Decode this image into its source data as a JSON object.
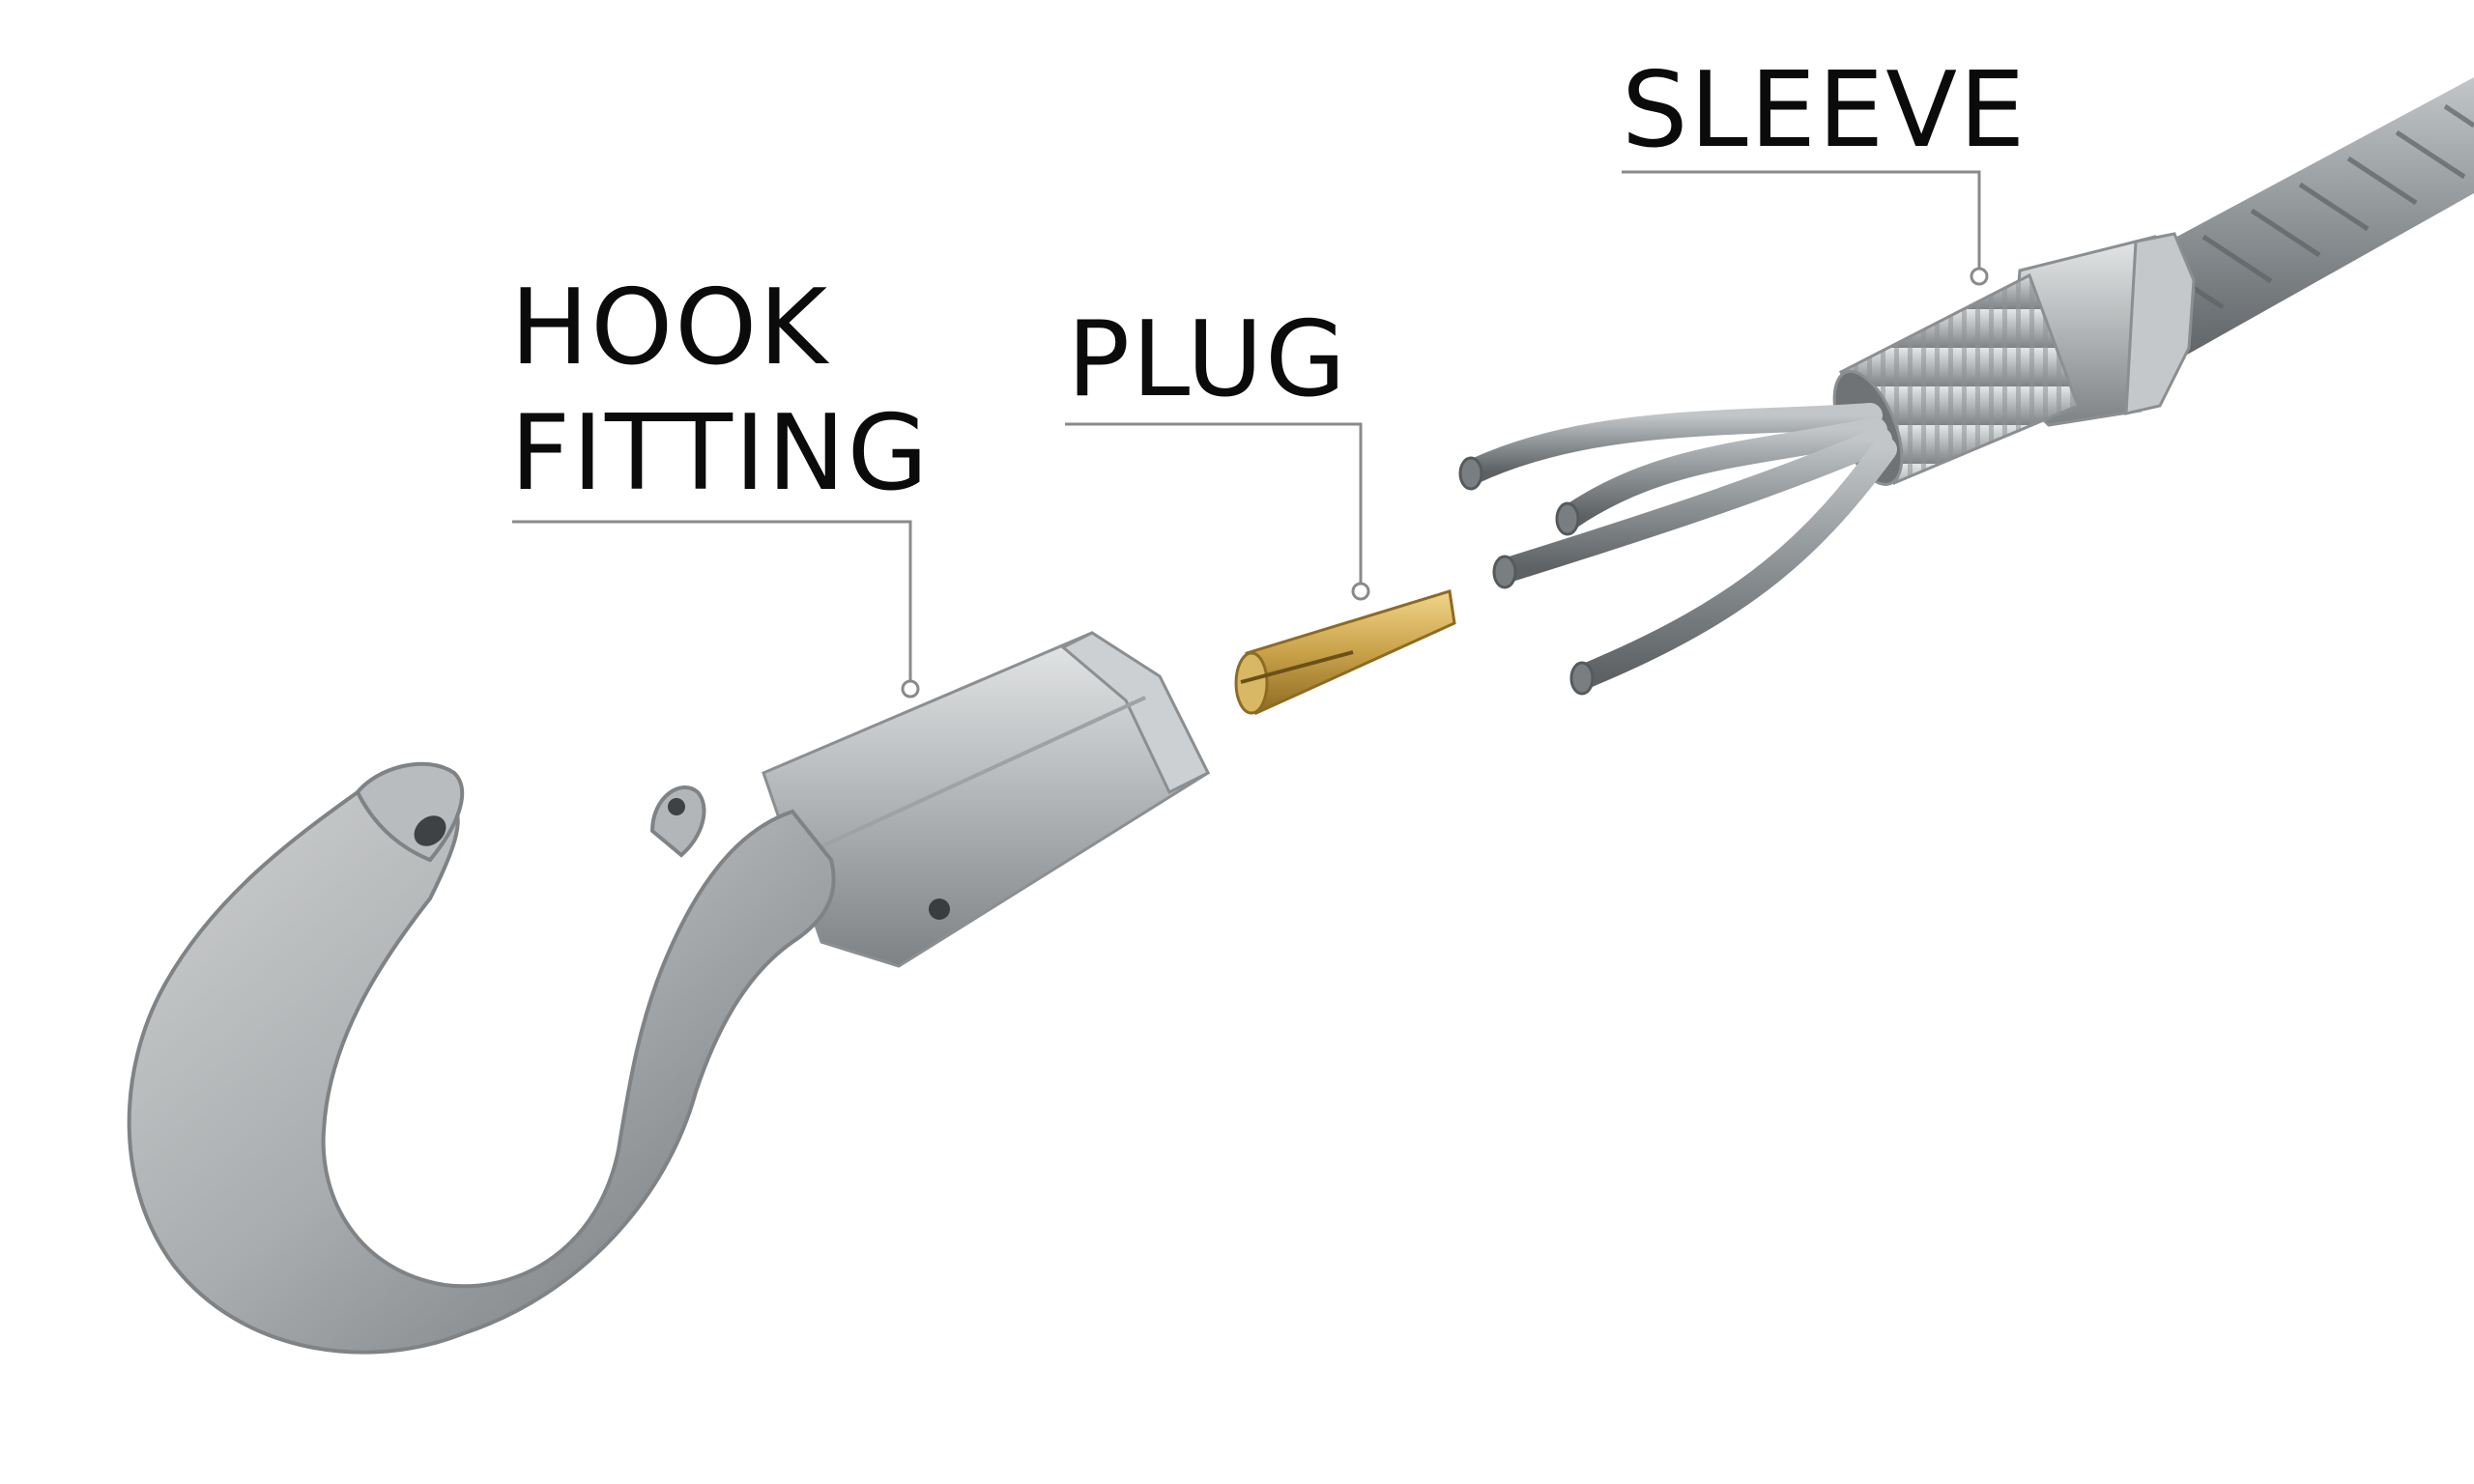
{
  "labels": {
    "hook_fitting": [
      "HOOK",
      "FITTING"
    ],
    "plug": "PLUG",
    "sleeve": "SLEEVE"
  },
  "colors": {
    "background": "#ffffff",
    "text": "#0b0b0b",
    "leader_line": "#8a8a8a",
    "galvanized_steel": "#b9bcbe",
    "brass_plug": "#c9a24a",
    "wire_rope": "#8e9396"
  },
  "parts": [
    {
      "name": "hook",
      "icon": "crane-hook-icon"
    },
    {
      "name": "hook-fitting-body",
      "icon": "hex-fitting-icon"
    },
    {
      "name": "plug",
      "icon": "tapered-brass-plug-icon"
    },
    {
      "name": "sleeve",
      "icon": "threaded-sleeve-icon"
    },
    {
      "name": "wire-rope",
      "icon": "wire-rope-icon"
    }
  ]
}
